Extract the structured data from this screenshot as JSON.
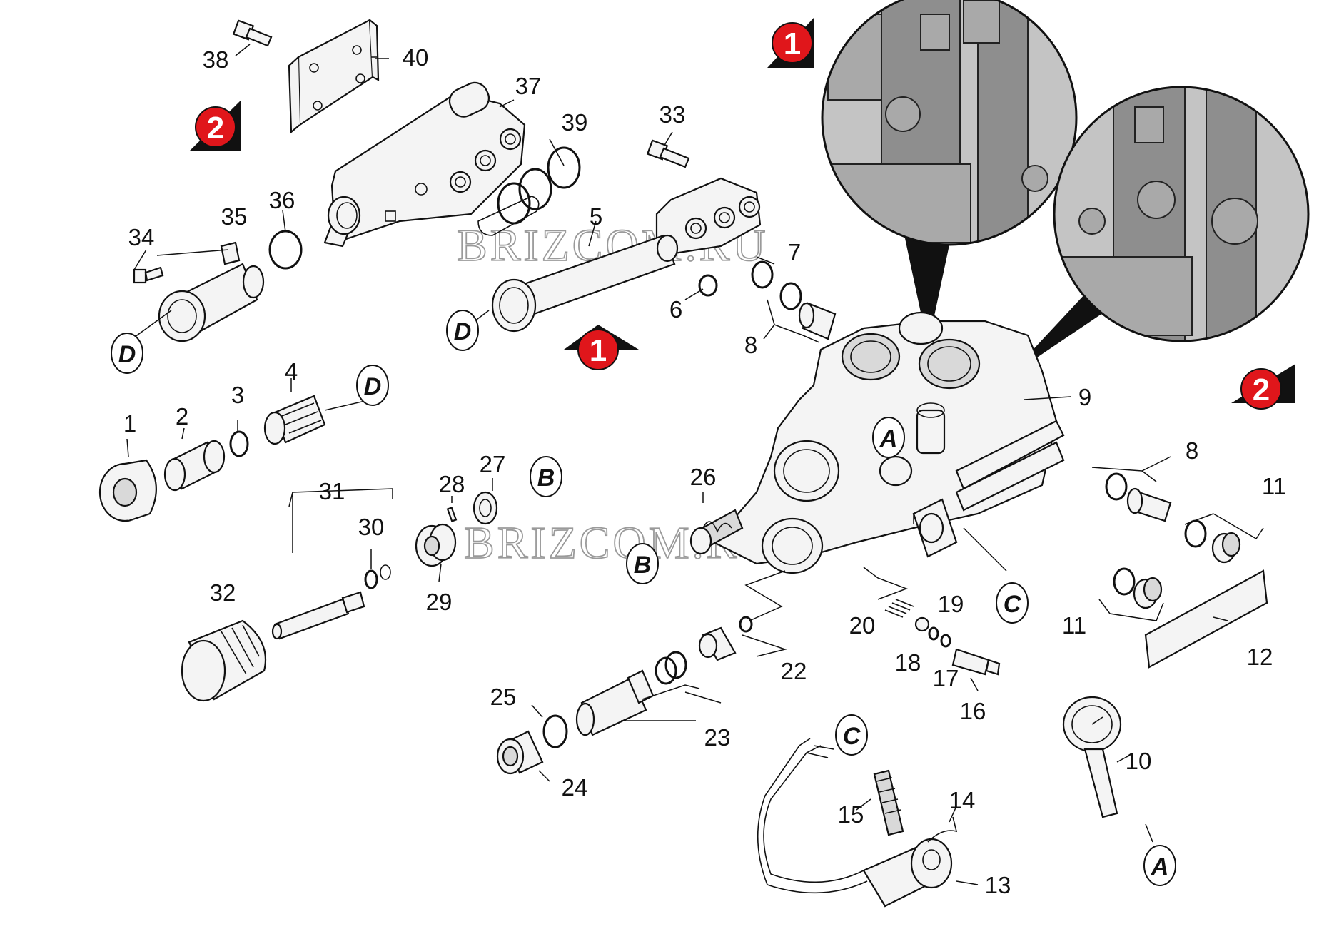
{
  "watermark": "BRIZCOM.RU",
  "part_numbers": [
    "1",
    "2",
    "3",
    "4",
    "5",
    "6",
    "7",
    "8",
    "8",
    "9",
    "10",
    "11",
    "11",
    "12",
    "13",
    "14",
    "15",
    "16",
    "17",
    "18",
    "19",
    "20",
    "22",
    "23",
    "24",
    "25",
    "26",
    "27",
    "28",
    "29",
    "30",
    "31",
    "32",
    "33",
    "34",
    "35",
    "36",
    "37",
    "38",
    "39",
    "40"
  ],
  "connector_letters": [
    "A",
    "A",
    "B",
    "B",
    "C",
    "C",
    "D",
    "D",
    "D"
  ],
  "view_badges": [
    "1",
    "1",
    "2",
    "2"
  ],
  "colors": {
    "badge_red": "#e0161b",
    "line": "#111111",
    "detail_gray": "#9a9a9a"
  }
}
